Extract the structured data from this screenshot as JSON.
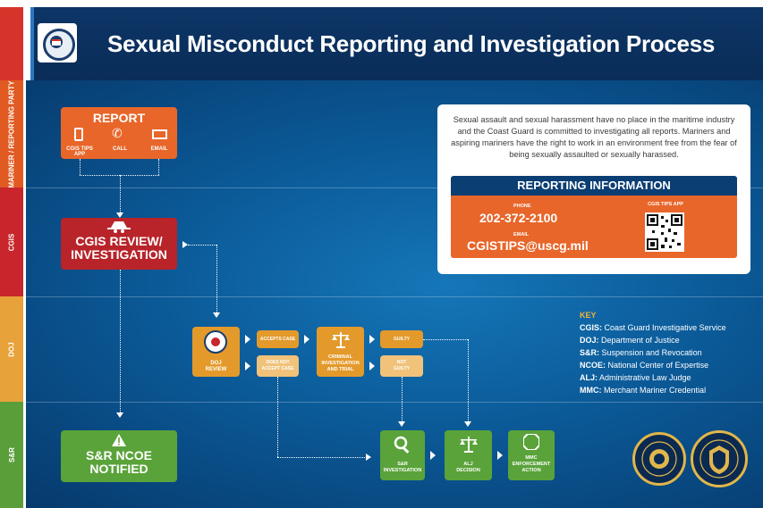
{
  "header": {
    "title": "Sexual Misconduct Reporting and Investigation Process"
  },
  "lanes": [
    {
      "label": "MARINER / REPORTING PARTY"
    },
    {
      "label": "CGIS"
    },
    {
      "label": "DOJ"
    },
    {
      "label": "S&R"
    }
  ],
  "report": {
    "title": "REPORT",
    "tips_app": "CGIS TIPS APP",
    "call": "CALL",
    "email": "EMAIL"
  },
  "cgis_review": {
    "line1": "CGIS REVIEW/",
    "line2": "INVESTIGATION"
  },
  "doj": {
    "doj_review_line1": "DOJ",
    "doj_review_line2": "REVIEW",
    "accepts_case": "ACCEPTS CASE",
    "does_not_accept_line1": "DOES NOT",
    "does_not_accept_line2": "ACCEPT CASE",
    "criminal_line1": "CRIMINAL",
    "criminal_line2": "INVESTIGATION",
    "criminal_line3": "AND TRIAL",
    "guilty": "GUILTY",
    "not_guilty_line1": "NOT",
    "not_guilty_line2": "GUILTY"
  },
  "sr": {
    "ncoe_line1": "S&R NCOE",
    "ncoe_line2": "NOTIFIED",
    "investigation_line1": "S&R",
    "investigation_line2": "INVESTIGATION",
    "alj_line1": "ALJ",
    "alj_line2": "DECISION",
    "mmc_line1": "MMC",
    "mmc_line2": "ENFORCEMENT",
    "mmc_line3": "ACTION"
  },
  "info": {
    "statement": "Sexual assault and sexual harassment have no place in the maritime industry and the Coast Guard is committed to investigating all reports. Mariners and aspiring mariners have the right to work in an environment free from the fear of being sexually assaulted or sexually harassed.",
    "reporting_title": "REPORTING INFORMATION",
    "phone_label": "PHONE",
    "phone": "202-372-2100",
    "email_label": "EMAIL",
    "email": "CGISTIPS@uscg.mil",
    "app_label": "CGIS TIPS APP"
  },
  "key": {
    "title": "KEY",
    "items": [
      {
        "abbr": "CGIS:",
        "text": "Coast Guard Investigative Service"
      },
      {
        "abbr": "DOJ:",
        "text": "Department of Justice"
      },
      {
        "abbr": "S&R:",
        "text": "Suspension and Revocation"
      },
      {
        "abbr": "NCOE:",
        "text": "National Center of Expertise"
      },
      {
        "abbr": "ALJ:",
        "text": "Administrative Law Judge"
      },
      {
        "abbr": "MMC:",
        "text": "Merchant Mariner Credential"
      }
    ]
  },
  "colors": {
    "navy": "#0b3e73",
    "orange": "#e8662a",
    "red": "#b8242a",
    "gold": "#e39a2b",
    "green": "#5aa33a",
    "lane_mariner": "#e05a22",
    "lane_cgis": "#c8262c",
    "lane_doj": "#e8a23a",
    "lane_sr": "#5a9e3a"
  },
  "icons": [
    "coast-guard-emblem-icon",
    "phone-icon",
    "mail-icon",
    "spy-icon",
    "warning-icon",
    "doj-seal-icon",
    "scales-icon",
    "magnifier-icon",
    "stop-icon",
    "qr-code-icon"
  ]
}
